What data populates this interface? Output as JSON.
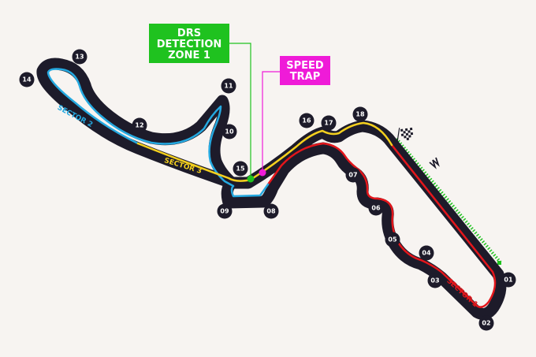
{
  "colors": {
    "background": "#f7f4f1",
    "track": "#1d1b2a",
    "sector1": "#e3161b",
    "sector2": "#25a9e0",
    "sector3": "#f4d01e",
    "drs": "#1fc21f",
    "speed_trap": "#ef1bd8",
    "turn_marker": "#1d1b2a"
  },
  "icons": {
    "start_finish": "checkered-flag-icon",
    "direction": "double-chevron-icon"
  },
  "turns": [
    "01",
    "02",
    "03",
    "04",
    "05",
    "06",
    "07",
    "08",
    "09",
    "10",
    "11",
    "12",
    "13",
    "14",
    "15",
    "16",
    "17",
    "18"
  ],
  "sectors": [
    {
      "id": "sector1",
      "label": "SECTOR 1"
    },
    {
      "id": "sector2",
      "label": "SECTOR 2"
    },
    {
      "id": "sector3",
      "label": "SECTOR 3"
    }
  ],
  "callouts": {
    "drs": {
      "line1": "DRS",
      "line2": "DETECTION",
      "line3": "ZONE 1"
    },
    "speed_trap": {
      "line1": "SPEED",
      "line2": "TRAP"
    }
  }
}
